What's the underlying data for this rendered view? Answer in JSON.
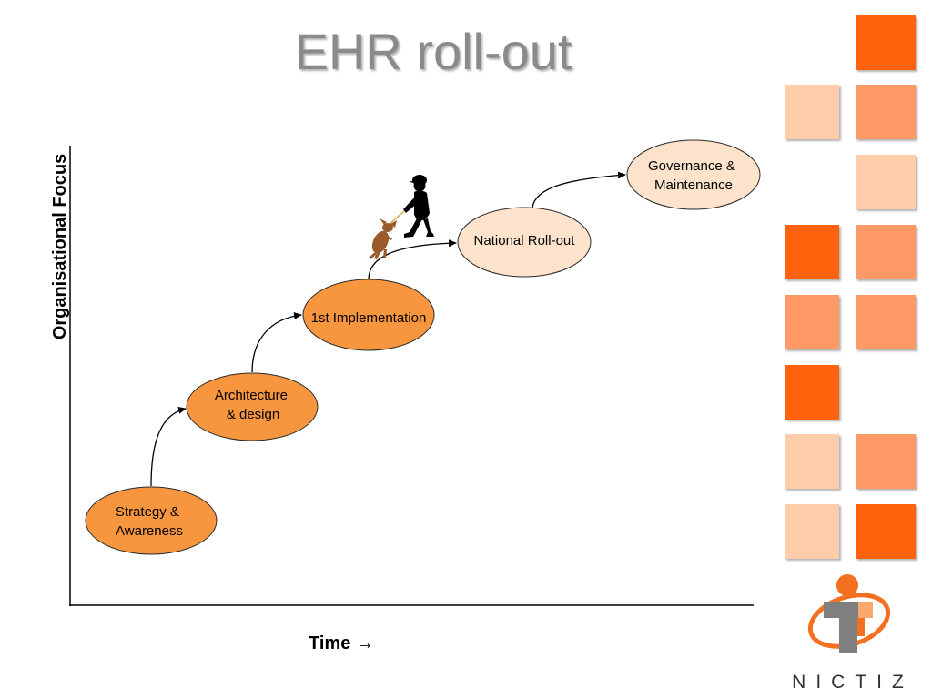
{
  "slide": {
    "title": "EHR roll-out"
  },
  "diagram": {
    "y_axis_label": "Organisational Focus",
    "x_axis_label": "Time →",
    "stages": [
      {
        "lines": [
          "Strategy &",
          "Awareness"
        ],
        "fill": "#F7963F"
      },
      {
        "lines": [
          "Architecture",
          "& design"
        ],
        "fill": "#F7963F"
      },
      {
        "lines": [
          "1st Implementation"
        ],
        "fill": "#F7963F"
      },
      {
        "lines": [
          "National Roll-out"
        ],
        "fill": "#FDE3CC"
      },
      {
        "lines": [
          "Governance &",
          "Maintenance"
        ],
        "fill": "#FDE3CC"
      }
    ]
  },
  "clipart": {
    "figure": "#000000",
    "dog": "#9A5B2A",
    "leash": "#D9B45A"
  },
  "palette": {
    "dark": "#FF6310",
    "medium": "#FF9A66",
    "light": "#FFCDAA"
  },
  "logo": {
    "text": "NICTIZ",
    "orange": "#F37021",
    "light_orange": "#F9A870",
    "grey": "#7F7F7F"
  }
}
